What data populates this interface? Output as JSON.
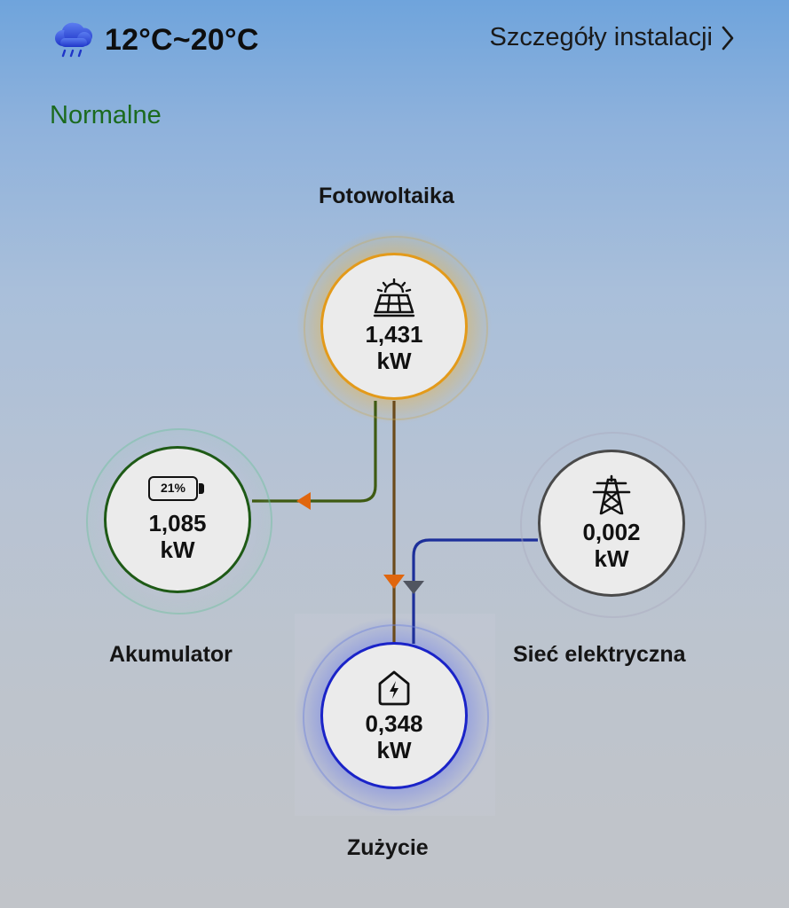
{
  "header": {
    "weather_icon": "cloud-rain-icon",
    "temperature": "12°C~20°C",
    "details_link": "Szczegóły instalacji"
  },
  "status": {
    "text": "Normalne",
    "color": "#1b6a1e"
  },
  "nodes": {
    "pv": {
      "label": "Fotowoltaika",
      "value": "1,431",
      "unit": "kW",
      "icon": "solar-panel-icon",
      "ring_color": "#e39a1a"
    },
    "battery": {
      "label": "Akumulator",
      "value": "1,085",
      "unit": "kW",
      "icon": "battery-icon",
      "percent": "21%",
      "ring_color": "#1e5a16"
    },
    "grid": {
      "label": "Sieć elektryczna",
      "value": "0,002",
      "unit": "kW",
      "icon": "power-tower-icon",
      "ring_color": "#4a4a4a"
    },
    "load": {
      "label": "Zużycie",
      "value": "0,348",
      "unit": "kW",
      "icon": "home-power-icon",
      "ring_color": "#1a23c8"
    }
  },
  "flows": {
    "pv_to_battery_color": "#3e5a12",
    "pv_to_load_color": "#6b4a1a",
    "grid_to_load_color": "#1d2f9a",
    "arrow_orange": "#e0660e",
    "arrow_gray": "#505560"
  }
}
